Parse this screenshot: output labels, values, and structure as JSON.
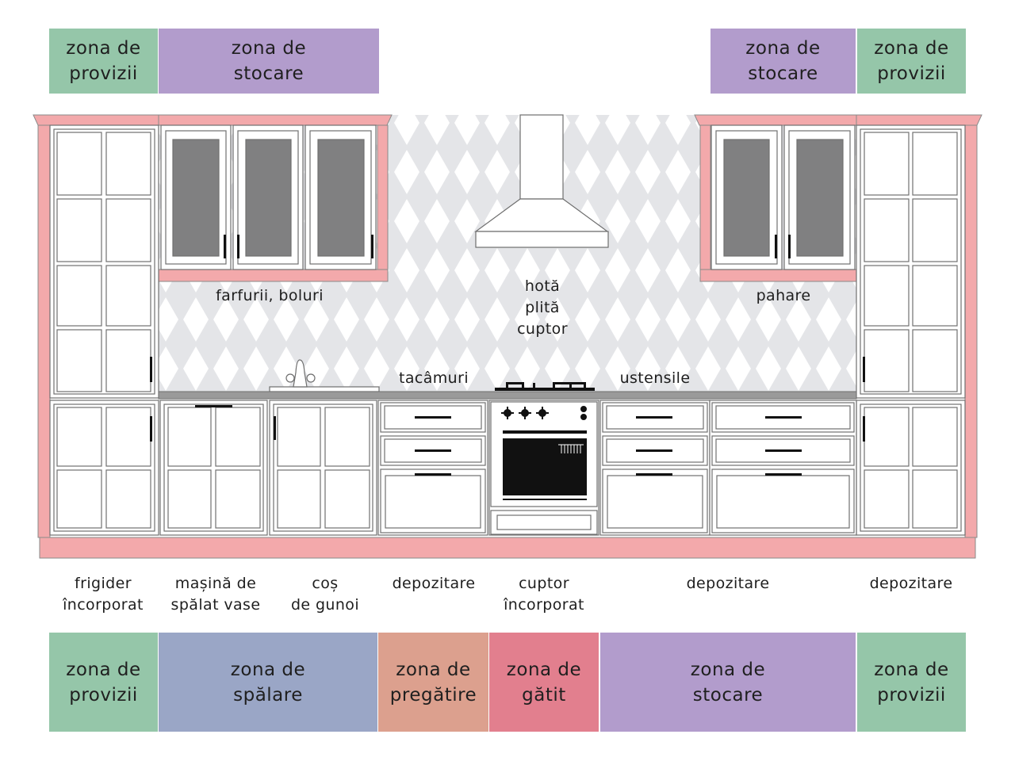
{
  "colors": {
    "provizii": "#95c6a9",
    "stocare": "#b29ccc",
    "spalare": "#9aa6c6",
    "pregatire": "#dca08e",
    "gatit": "#e27f8e",
    "trim": "#f3a9ab",
    "glass": "#808081",
    "wall_pattern": "#e4e5e8"
  },
  "top_zones": [
    {
      "id": "provizii-left",
      "text": "zona de\nprovizii",
      "color": "provizii"
    },
    {
      "id": "stocare-left",
      "text": "zona de\nstocare",
      "color": "stocare"
    },
    {
      "id": "stocare-right",
      "text": "zona de\nstocare",
      "color": "stocare"
    },
    {
      "id": "provizii-right",
      "text": "zona de\nprovizii",
      "color": "provizii"
    }
  ],
  "bottom_zones": [
    {
      "id": "provizii-left",
      "text": "zona de\nprovizii",
      "color": "provizii"
    },
    {
      "id": "spalare",
      "text": "zona de\nspălare",
      "color": "spalare"
    },
    {
      "id": "pregatire",
      "text": "zona de\npregătire",
      "color": "pregatire"
    },
    {
      "id": "gatit",
      "text": "zona de\ngătit",
      "color": "gatit"
    },
    {
      "id": "stocare",
      "text": "zona de\nstocare",
      "color": "stocare"
    },
    {
      "id": "provizii-right",
      "text": "zona de\nprovizii",
      "color": "provizii"
    }
  ],
  "wall_labels": {
    "plates": "farfurii, boluri",
    "hood_stack": "hotă\nplită\ncuptor",
    "glasses": "pahare",
    "cutlery": "tacâmuri",
    "utensils": "ustensile"
  },
  "appliance_labels": {
    "fridge": "frigider\nîncorporat",
    "dishwasher": "mașină de\nspălat vase",
    "bin": "coș\nde gunoi",
    "storage1": "depozitare",
    "oven": "cuptor\nîncorporat",
    "storage2": "depozitare",
    "storage3": "depozitare"
  }
}
